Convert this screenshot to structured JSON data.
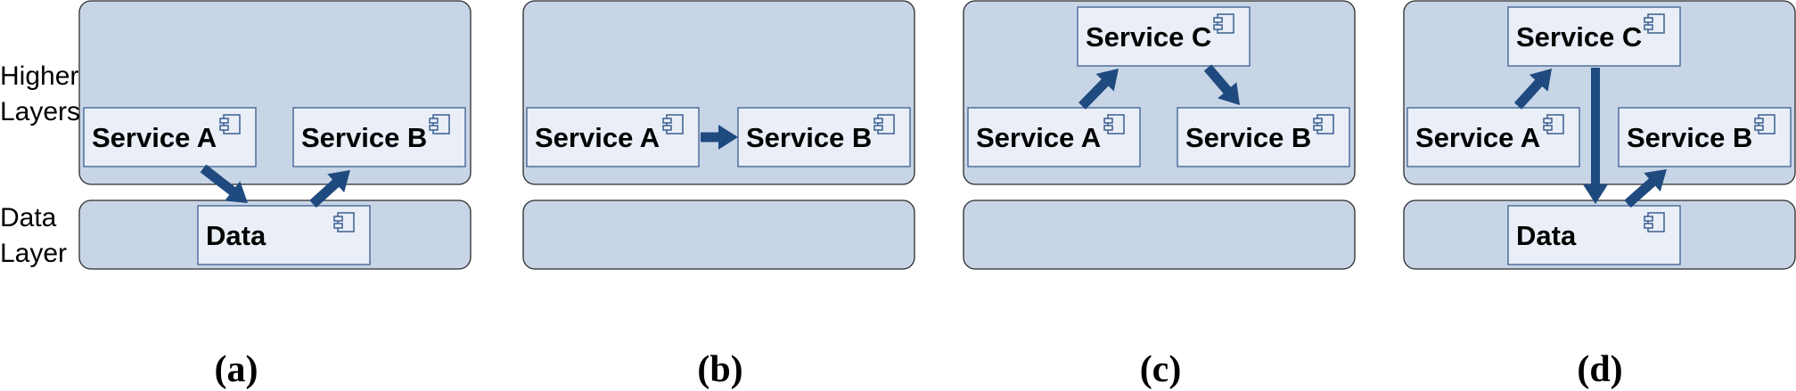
{
  "layer_labels": {
    "higher_line1": "Higher",
    "higher_line2": "Layers",
    "data_line1": "Data",
    "data_line2": "Layer"
  },
  "colors": {
    "panel_fill": "#c8d5e6",
    "component_fill": "#e9eef7",
    "component_stroke": "#3a5f90",
    "arrow": "#1f4a7f"
  },
  "icon": "uml-component-icon",
  "diagrams": [
    {
      "id": "a",
      "caption": "(a)",
      "components": [
        {
          "id": "service-a",
          "layer": "higher",
          "label": "Service A"
        },
        {
          "id": "service-b",
          "layer": "higher",
          "label": "Service B"
        },
        {
          "id": "data",
          "layer": "data",
          "label": "Data"
        }
      ],
      "arrows": [
        {
          "from": "service-a",
          "to": "data"
        },
        {
          "from": "data",
          "to": "service-b"
        }
      ]
    },
    {
      "id": "b",
      "caption": "(b)",
      "components": [
        {
          "id": "service-a",
          "layer": "higher",
          "label": "Service A"
        },
        {
          "id": "service-b",
          "layer": "higher",
          "label": "Service B"
        }
      ],
      "arrows": [
        {
          "from": "service-a",
          "to": "service-b"
        }
      ]
    },
    {
      "id": "c",
      "caption": "(c)",
      "components": [
        {
          "id": "service-c",
          "layer": "higher",
          "label": "Service C"
        },
        {
          "id": "service-a",
          "layer": "higher",
          "label": "Service A"
        },
        {
          "id": "service-b",
          "layer": "higher",
          "label": "Service B"
        }
      ],
      "arrows": [
        {
          "from": "service-a",
          "to": "service-c"
        },
        {
          "from": "service-c",
          "to": "service-b"
        }
      ]
    },
    {
      "id": "d",
      "caption": "(d)",
      "components": [
        {
          "id": "service-c",
          "layer": "higher",
          "label": "Service C"
        },
        {
          "id": "service-a",
          "layer": "higher",
          "label": "Service A"
        },
        {
          "id": "service-b",
          "layer": "higher",
          "label": "Service B"
        },
        {
          "id": "data",
          "layer": "data",
          "label": "Data"
        }
      ],
      "arrows": [
        {
          "from": "service-a",
          "to": "service-c"
        },
        {
          "from": "service-c",
          "to": "data"
        },
        {
          "from": "data",
          "to": "service-b"
        }
      ]
    }
  ]
}
